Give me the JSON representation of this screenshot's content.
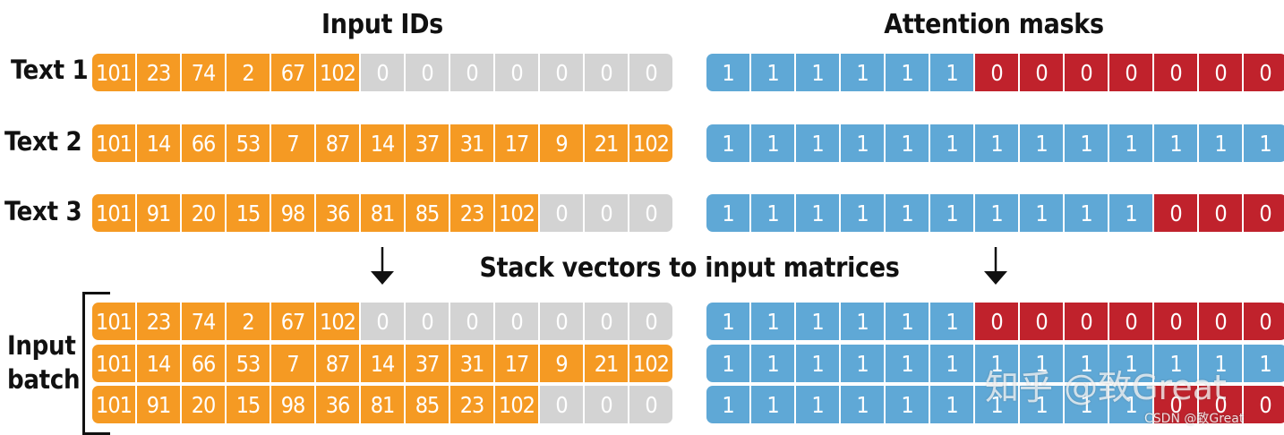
{
  "headings": {
    "input_ids": "Input IDs",
    "attention_masks": "Attention masks",
    "stack_caption": "Stack vectors to input matrices"
  },
  "row_labels": [
    "Text 1",
    "Text 2",
    "Text 3"
  ],
  "batch_label": {
    "line1": "Input",
    "line2": "batch"
  },
  "input_ids": [
    [
      "101",
      "23",
      "74",
      "2",
      "67",
      "102",
      "0",
      "0",
      "0",
      "0",
      "0",
      "0",
      "0"
    ],
    [
      "101",
      "14",
      "66",
      "53",
      "7",
      "87",
      "14",
      "37",
      "31",
      "17",
      "9",
      "21",
      "102"
    ],
    [
      "101",
      "91",
      "20",
      "15",
      "98",
      "36",
      "81",
      "85",
      "23",
      "102",
      "0",
      "0",
      "0"
    ]
  ],
  "attention_masks": [
    [
      "1",
      "1",
      "1",
      "1",
      "1",
      "1",
      "0",
      "0",
      "0",
      "0",
      "0",
      "0",
      "0"
    ],
    [
      "1",
      "1",
      "1",
      "1",
      "1",
      "1",
      "1",
      "1",
      "1",
      "1",
      "1",
      "1",
      "1"
    ],
    [
      "1",
      "1",
      "1",
      "1",
      "1",
      "1",
      "1",
      "1",
      "1",
      "1",
      "0",
      "0",
      "0"
    ]
  ],
  "colors": {
    "token": "#f59a23",
    "padding": "#d3d3d3",
    "mask_one": "#5fa8d6",
    "mask_zero": "#c0222c"
  },
  "watermark": {
    "overlay": "知乎 @致Great",
    "corner": "CSDN @致Great"
  }
}
